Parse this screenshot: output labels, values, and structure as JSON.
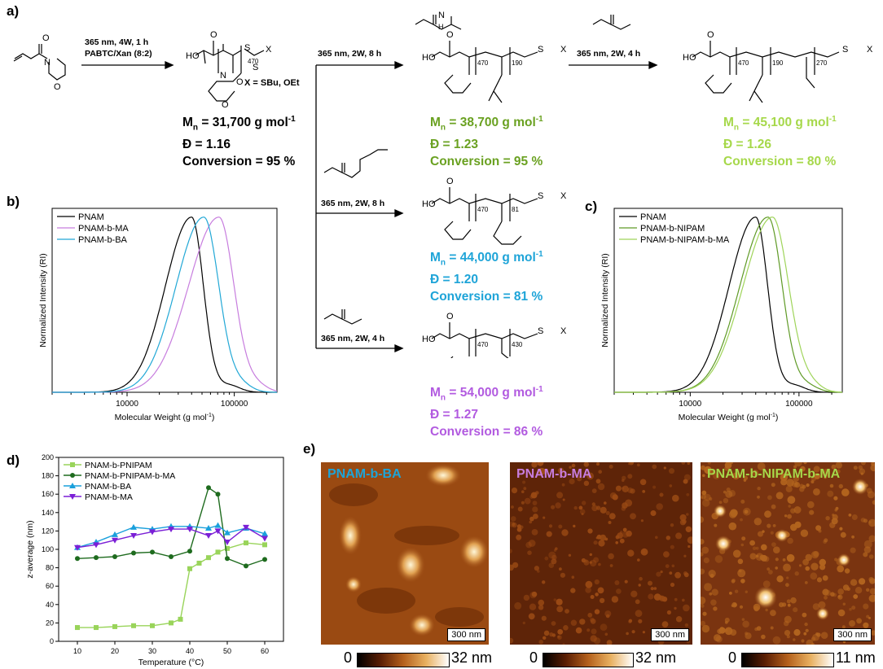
{
  "panels": {
    "a": "a)",
    "b": "b)",
    "c": "c)",
    "d": "d)",
    "e": "e)"
  },
  "scheme": {
    "step1": {
      "line1": "365 nm, 4W, 1 h",
      "line2": "PABTC/Xan (8:2)"
    },
    "step_nipam": "365 nm, 2W, 8 h",
    "step_ma2": "365 nm, 2W, 4 h",
    "step_ba": "365 nm, 2W, 8 h",
    "step_ma": "365 nm, 2W, 4 h",
    "x_note": "X = SBu, OEt",
    "dp": {
      "pnam": "470",
      "nipam": "190",
      "ma2": "270",
      "ba": "81",
      "ma": "430"
    },
    "chem_labels": {
      "ho": "HO",
      "o": "O",
      "n": "N",
      "s": "S",
      "x": "X",
      "h": "H"
    },
    "products": [
      {
        "id": "pnam",
        "mn_value": "= 31,700 g mol",
        "mn_exp": "-1",
        "d": "Đ = 1.16",
        "conv": "Conversion = 95 %",
        "color": "#000000"
      },
      {
        "id": "nipam",
        "mn_value": "= 38,700 g mol",
        "mn_exp": "-1",
        "d": "Đ = 1.23",
        "conv": "Conversion = 95 %",
        "color": "#6aa121"
      },
      {
        "id": "nipam_ma",
        "mn_value": "= 45,100 g mol",
        "mn_exp": "-1",
        "d": "Đ = 1.26",
        "conv": "Conversion = 80 %",
        "color": "#a6d84a"
      },
      {
        "id": "ba",
        "mn_value": "= 44,000 g mol",
        "mn_exp": "-1",
        "d": "Đ = 1.20",
        "conv": "Conversion = 81 %",
        "color": "#1ea4d8"
      },
      {
        "id": "ma",
        "mn_value": "= 54,000 g mol",
        "mn_exp": "-1",
        "d": "Đ = 1.27",
        "conv": "Conversion = 86 %",
        "color": "#b25be0"
      }
    ],
    "mn_letter": "M",
    "mn_sub": "n"
  },
  "chart_data": [
    {
      "id": "b",
      "type": "line",
      "xscale": "log",
      "xlim": [
        2000,
        250000
      ],
      "ylim": [
        0,
        1.05
      ],
      "xlabel": "Molecular Weight (g mol",
      "xlabel_exp": "-1",
      "xlabel_end": ")",
      "ylabel": "Normalized Intensity (RI)",
      "xticks": [
        10000,
        100000
      ],
      "xtick_labels": [
        "10000",
        "100000"
      ],
      "legend": "top-left",
      "series": [
        {
          "name": "PNAM",
          "color": "#000000",
          "peak": 40000,
          "left": 0.245,
          "right": 0.11
        },
        {
          "name": "PNAM-b-MA",
          "color": "#c77dde",
          "peak": 72000,
          "left": 0.285,
          "right": 0.14
        },
        {
          "name": "PNAM-b-BA",
          "color": "#22a8d6",
          "peak": 52000,
          "left": 0.26,
          "right": 0.14
        }
      ]
    },
    {
      "id": "c",
      "type": "line",
      "xscale": "log",
      "xlim": [
        2000,
        250000
      ],
      "ylim": [
        0,
        1.05
      ],
      "xlabel": "Molecular Weight (g mol",
      "xlabel_exp": "-1",
      "xlabel_end": ")",
      "ylabel": "Normalized Intensity (RI)",
      "xticks": [
        10000,
        100000
      ],
      "xtick_labels": [
        "10000",
        "100000"
      ],
      "legend": "top-right",
      "series": [
        {
          "name": "PNAM",
          "color": "#000000",
          "peak": 40000,
          "left": 0.245,
          "right": 0.11
        },
        {
          "name": "PNAM-b-NIPAM",
          "color": "#5f9a26",
          "peak": 52000,
          "left": 0.26,
          "right": 0.13
        },
        {
          "name": "PNAM-b-NIPAM-b-MA",
          "color": "#9fd45a",
          "peak": 57000,
          "left": 0.27,
          "right": 0.15
        }
      ]
    },
    {
      "id": "d",
      "type": "line",
      "xlim": [
        5,
        65
      ],
      "ylim": [
        0,
        200
      ],
      "xlabel": "Temperature (°C)",
      "ylabel": "z-average (nm)",
      "xticks": [
        10,
        20,
        30,
        40,
        50,
        60
      ],
      "yticks": [
        0,
        20,
        40,
        60,
        80,
        100,
        120,
        140,
        160,
        180,
        200
      ],
      "legend": "top-left",
      "series": [
        {
          "name": "PNAM-b-PNIPAM",
          "color": "#99d45a",
          "marker": "square",
          "x": [
            10,
            15,
            20,
            25,
            30,
            35,
            37.5,
            40,
            42.5,
            45,
            47.5,
            50,
            55,
            60
          ],
          "y": [
            15,
            15,
            16,
            17,
            17,
            20,
            24,
            79,
            85,
            91,
            97,
            101,
            107,
            105
          ]
        },
        {
          "name": "PNAM-b-PNIPAM-b-MA",
          "color": "#1e6b1e",
          "marker": "circle",
          "x": [
            10,
            15,
            20,
            25,
            30,
            35,
            40,
            45,
            47.5,
            50,
            55,
            60
          ],
          "y": [
            90,
            91,
            92,
            96,
            97,
            92,
            98,
            167,
            160,
            90,
            82,
            89
          ]
        },
        {
          "name": "PNAM-b-BA",
          "color": "#1aa0dc",
          "marker": "triangle-up",
          "x": [
            10,
            15,
            20,
            25,
            30,
            35,
            40,
            45,
            47.5,
            50,
            55,
            60
          ],
          "y": [
            102,
            108,
            116,
            124,
            122,
            125,
            125,
            123,
            126,
            118,
            123,
            117
          ]
        },
        {
          "name": "PNAM-b-MA",
          "color": "#7b1fd6",
          "marker": "triangle-down",
          "x": [
            10,
            15,
            20,
            25,
            30,
            35,
            40,
            45,
            47.5,
            50,
            55,
            60
          ],
          "y": [
            102,
            105,
            110,
            115,
            119,
            122,
            122,
            115,
            120,
            108,
            124,
            112
          ]
        }
      ]
    }
  ],
  "afm": [
    {
      "title": "PNAM-b-BA",
      "title_color": "#1ea4d8",
      "scalebar": "300 nm",
      "cb_min": "0",
      "cb_max": "32 nm"
    },
    {
      "title": "PNAM-b-MA",
      "title_color": "#c77dde",
      "scalebar": "300 nm",
      "cb_min": "0",
      "cb_max": "32 nm"
    },
    {
      "title": "PNAM-b-NIPAM-b-MA",
      "title_color": "#a6d84a",
      "scalebar": "300 nm",
      "cb_min": "0",
      "cb_max": "11 nm"
    }
  ]
}
